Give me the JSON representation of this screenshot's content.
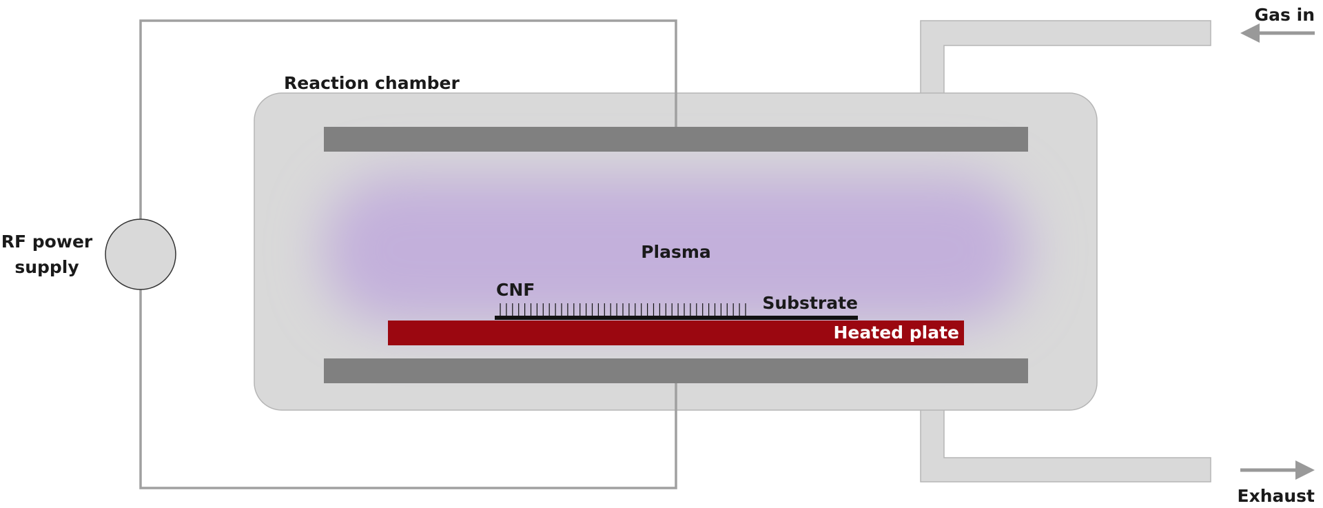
{
  "labels": {
    "gas_in": "Gas in",
    "exhaust": "Exhaust",
    "reaction_chamber": "Reaction chamber",
    "rf_power_line1": "RF power",
    "rf_power_line2": "supply",
    "plasma": "Plasma",
    "cnf": "CNF",
    "substrate": "Substrate",
    "heated_plate": "Heated plate"
  },
  "colors": {
    "chamber_fill": "#d9d9d9",
    "electrode": "#808080",
    "wire": "#a0a0a0",
    "plasma": "#c3b0db",
    "heated_plate": "#9b0710",
    "substrate": "#111111",
    "arrow": "#999999"
  }
}
